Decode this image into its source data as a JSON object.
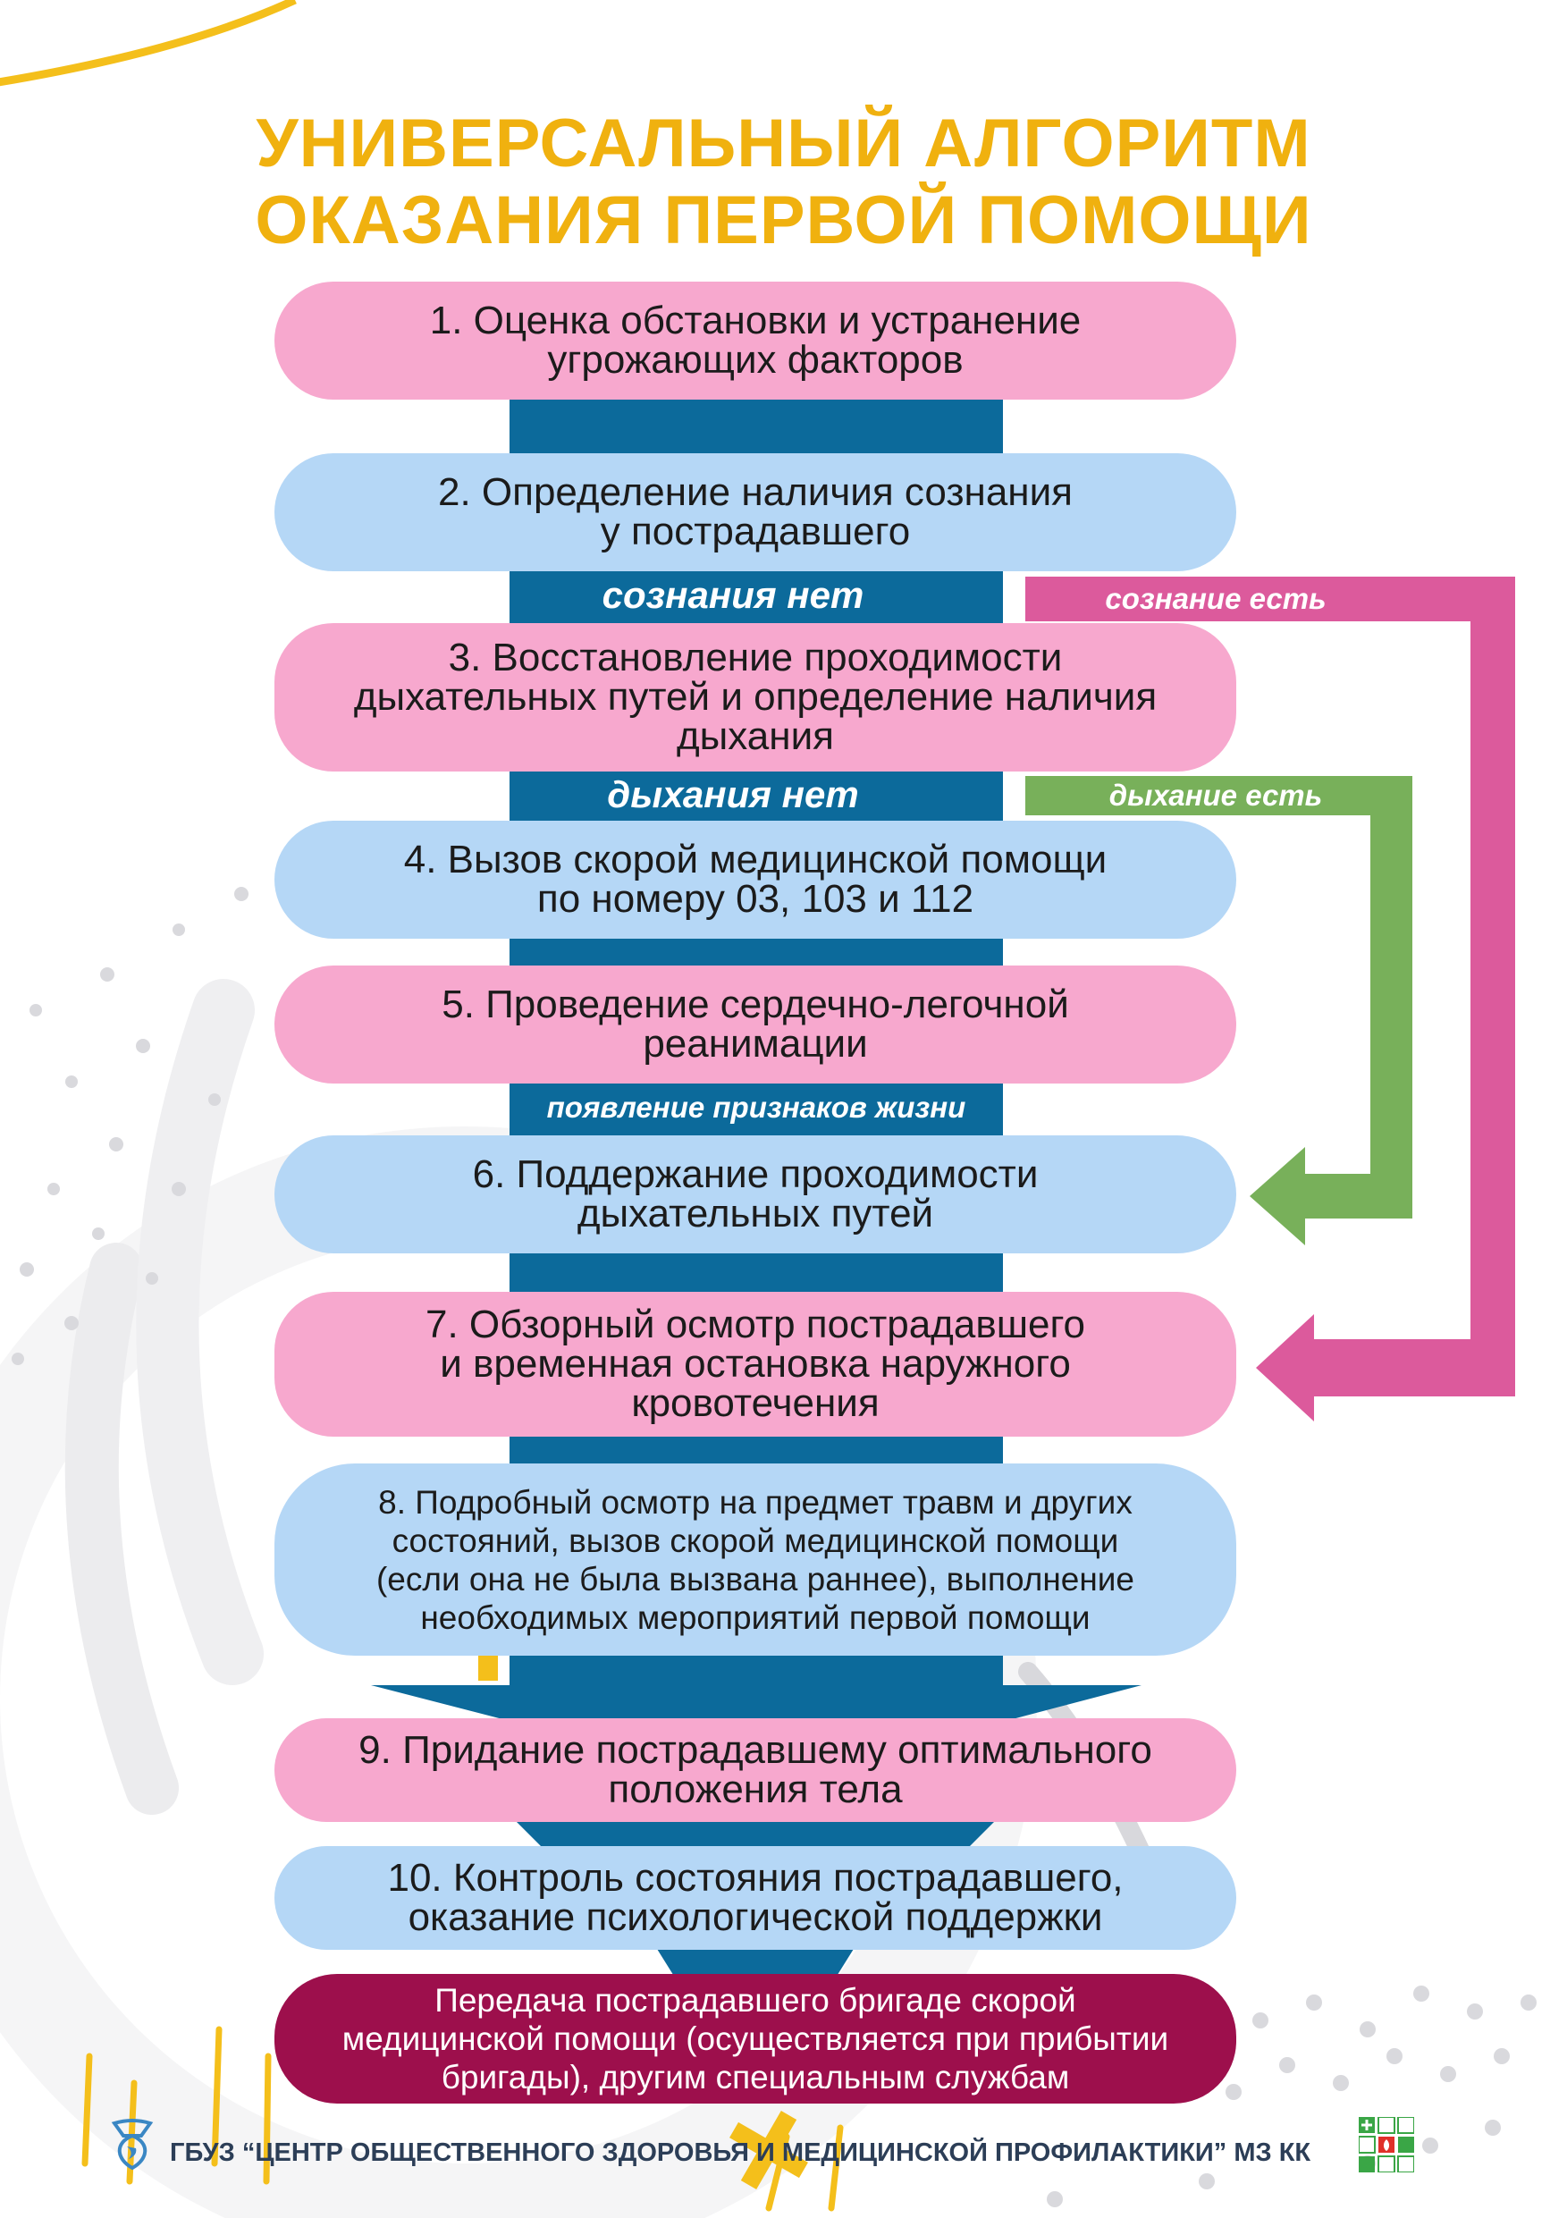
{
  "title": {
    "line1": "УНИВЕРСАЛЬНЫЙ АЛГОРИТМ",
    "line2": "ОКАЗАНИЯ ПЕРВОЙ ПОМОЩИ"
  },
  "steps": [
    {
      "lines": [
        "1. Оценка обстановки и устранение",
        "угрожающих факторов"
      ]
    },
    {
      "lines": [
        "2. Определение наличия сознания",
        "у пострадавшего"
      ]
    },
    {
      "lines": [
        "3. Восстановление проходимости",
        "дыхательных путей и определение наличия",
        "дыхания"
      ]
    },
    {
      "lines": [
        "4. Вызов скорой медицинской помощи",
        "по номеру 03, 103 и 112"
      ]
    },
    {
      "lines": [
        "5. Проведение сердечно-легочной",
        "реанимации"
      ]
    },
    {
      "lines": [
        "6. Поддержание проходимости",
        "дыхательных путей"
      ]
    },
    {
      "lines": [
        "7. Обзорный осмотр пострадавшего",
        "и временная остановка наружного",
        "кровотечения"
      ]
    },
    {
      "lines": [
        "8. Подробный осмотр на предмет травм и других",
        "состояний, вызов скорой медицинской помощи",
        "(если она не была вызвана раннее), выполнение",
        "необходимых мероприятий первой помощи"
      ]
    },
    {
      "lines": [
        "9. Придание пострадавшему оптимального",
        "положения тела"
      ]
    },
    {
      "lines": [
        "10. Контроль состояния пострадавшего,",
        "оказание психологической поддержки"
      ]
    },
    {
      "lines": [
        "Передача пострадавшего бригаде скорой",
        "медицинской помощи (осуществляется при прибытии",
        "бригады), другим специальным службам"
      ]
    }
  ],
  "labels": {
    "no_consciousness": "сознания нет",
    "consciousness_present": "сознание есть",
    "no_breathing": "дыхания нет",
    "breathing_present": "дыхание есть",
    "signs_of_life": "появление признаков жизни"
  },
  "footer": {
    "organization": "ГБУЗ “ЦЕНТР ОБЩЕСТВЕННОГО ЗДОРОВЬЯ И МЕДИЦИНСКОЙ ПРОФИЛАКТИКИ” МЗ КК"
  },
  "colors": {
    "title": "#f0b10f",
    "pink_box": "#f7a8ce",
    "blue_box": "#b5d7f6",
    "final_box": "#9d0f4c",
    "connector": "#0c6a9b",
    "consciousness_arrow": "#dc5a9c",
    "breathing_arrow": "#78b05a"
  }
}
